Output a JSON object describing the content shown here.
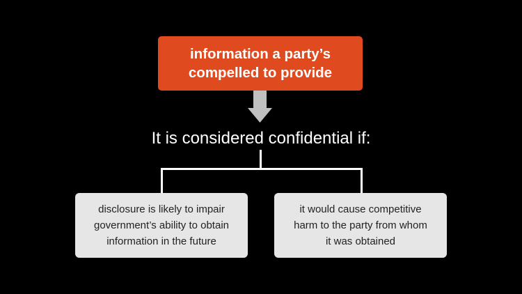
{
  "diagram": {
    "source": {
      "lines": [
        "information a party’s",
        "compelled to provide"
      ],
      "color": "#e04a1f"
    },
    "arrow": {
      "icon": "down-arrow-icon",
      "color": "#c0c0c0"
    },
    "condition_heading": "It is considered confidential if:",
    "conditions": [
      {
        "lines": [
          "disclosure is likely to impair",
          "government’s ability to obtain",
          "information in the future"
        ]
      },
      {
        "lines": [
          "it would cause competitive",
          "harm to the party from whom",
          "it was obtained"
        ]
      }
    ],
    "colors": {
      "background": "#000000",
      "connector": "#ffffff",
      "condition_box": "#e6e6e6",
      "condition_text": "#222222"
    }
  }
}
